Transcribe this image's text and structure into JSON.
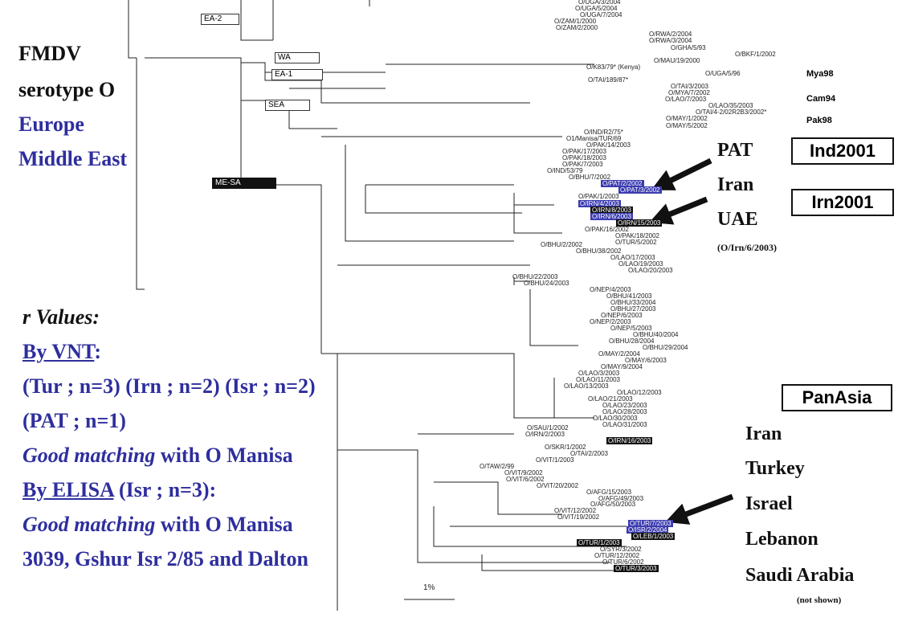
{
  "clades": {
    "ea2": "EA-2",
    "wa": "WA",
    "ea1": "EA-1",
    "sea": "SEA",
    "mesa": "ME-SA"
  },
  "left_panel": {
    "line1": "FMDV",
    "line2": "serotype O",
    "line3": "Europe",
    "line4": "Middle East"
  },
  "rvalues": {
    "title": "r Values:",
    "by_vnt": "By VNT",
    "colon": ":",
    "groups1": "(Tur ; n=3) (Irn ; n=2) (Isr ; n=2)",
    "groups2": "(PAT ; n=1)",
    "gm1_it": "Good matching",
    "gm1_rest": " with O Manisa",
    "by_elisa": "By ELISA",
    "elisa_rest": " (Isr ; n=3):",
    "gm2_it": "Good matching",
    "gm2_rest": " with O Manisa",
    "last": "3039, Gshur Isr 2/85 and Dalton"
  },
  "right_labels": {
    "mya98": "Mya98",
    "cam94": "Cam94",
    "pak98": "Pak98",
    "ind2001": "Ind2001",
    "irn2001": "Irn2001",
    "pat": "PAT",
    "iran": "Iran",
    "uae": "UAE",
    "oirn": "(O/Irn/6/2003)",
    "panasia": "PanAsia",
    "countries": [
      "Iran",
      "Turkey",
      "Israel",
      "Lebanon",
      "Saudi Arabia"
    ],
    "not_shown": "(not shown)"
  },
  "scale": "1%",
  "taxa": {
    "top": [
      "O/UGA/3/2004",
      "O/UGA/5/2004",
      "O/UGA/7/2004",
      "O/ZAM/1/2000",
      "O/ZAM/2/2000",
      "O/RWA/2/2004",
      "O/RWA/3/2004",
      "O/GHA/5/93",
      "O/BKF/1/2002",
      "O/MAU/19/2000",
      "O/K83/79* (Kenya)",
      "O/UGA/5/96",
      "O/TAI/189/87*",
      "O/TAI/3/2003",
      "O/MYA/7/2002",
      "O/LAO/7/2003",
      "O/LAO/35/2003",
      "O/TAI/4-2/02R2B3/2002*",
      "O/MAY/1/2002",
      "O/MAY/5/2002",
      "O/IND/R2/75*",
      "O1/Manisa/TUR/69",
      "O/PAK/14/2003",
      "O/PAK/17/2003",
      "O/PAK/18/2003",
      "O/PAK/7/2003",
      "O/IND/53/79",
      "O/BHU/7/2002",
      "O/PAT/2/2002",
      "O/PAT/3/2002",
      "O/PAK/1/2003",
      "O/IRN/4/2003",
      "O/IRN/8/2003",
      "O/IRN/6/2003",
      "O/IRN/15/2003",
      "O/PAK/16/2002",
      "O/PAK/18/2002",
      "O/TUR/5/2002"
    ],
    "mid": [
      "O/BHU/2/2002",
      "O/BHU/38/2002",
      "O/LAO/17/2003",
      "O/LAO/19/2003",
      "O/LAO/20/2003",
      "O/BHU/22/2003",
      "O/BHU/24/2003",
      "O/NEP/4/2003",
      "O/BHU/41/2003",
      "O/BHU/33/2004",
      "O/BHU/27/2003",
      "O/NEP/6/2003",
      "O/NEP/2/2003",
      "O/NEP/5/2003",
      "O/BHU/40/2004",
      "O/BHU/28/2004",
      "O/BHU/29/2004",
      "O/MAY/2/2004",
      "O/MAY/6/2003",
      "O/MAY/9/2004",
      "O/LAO/3/2003",
      "O/LAO/11/2003",
      "O/LAO/13/2003",
      "O/LAO/12/2003",
      "O/LAO/21/2003",
      "O/LAO/23/2003",
      "O/LAO/28/2003",
      "O/LAO/30/2003",
      "O/LAO/31/2003"
    ],
    "bottom": [
      "O/SAU/1/2002",
      "O/IRN/2/2003",
      "O/IRN/16/2003",
      "O/SKR/1/2002",
      "O/TAI/2/2003",
      "O/VIT/1/2003",
      "O/TAW/2/99",
      "O/VIT/9/2002",
      "O/VIT/6/2002",
      "O/VIT/20/2002",
      "O/AFG/15/2003",
      "O/AFG/49/2003",
      "O/AFG/50/2003",
      "O/VIT/12/2002",
      "O/VIT/19/2002",
      "O/TUR/7/2003",
      "O/ISR/2/2004",
      "O/LEB/1/2003",
      "O/TUR/1/2003",
      "O/SYR/3/2002",
      "O/TUR/12/2002",
      "O/TUR/6/2002",
      "O/TUR/3/2003"
    ]
  }
}
